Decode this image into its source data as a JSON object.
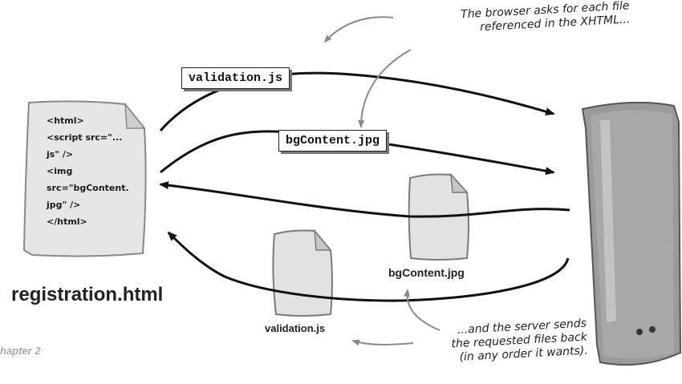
{
  "source_page": {
    "filename": "registration.html",
    "lines": [
      "<html>",
      "<script src=\"...",
      "js\" />",
      "<img",
      "src=\"bgContent.",
      "jpg\" />",
      "</html>"
    ]
  },
  "requests": [
    {
      "label": "validation.js"
    },
    {
      "label": "bgContent.jpg"
    }
  ],
  "responses": [
    {
      "caption": "bgContent.jpg"
    },
    {
      "caption": "validation.js"
    }
  ],
  "notes": {
    "top": [
      "The browser asks for each file",
      "referenced in the XHTML..."
    ],
    "bottom": [
      "...and the server sends",
      "the requested files back",
      "(in any order it wants)."
    ]
  },
  "footer": "hapter 2",
  "colors": {
    "server_body": "#9a9a9a",
    "paper": "#e6e6e6",
    "arrow": "#111111"
  }
}
